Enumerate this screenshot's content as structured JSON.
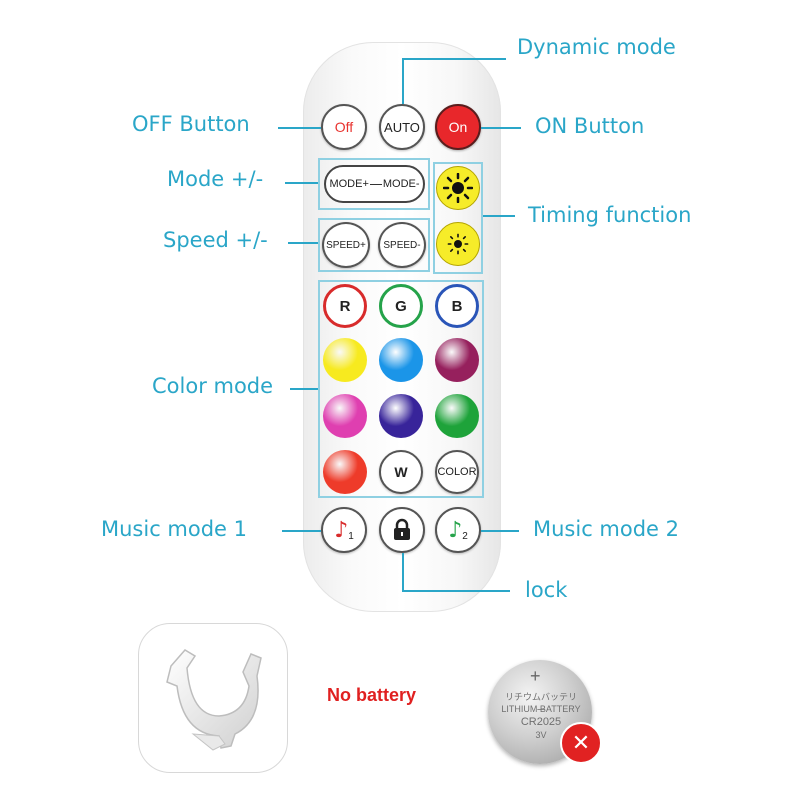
{
  "callouts": {
    "dynamic_mode": "Dynamic mode",
    "off_button": "OFF Button",
    "on_button": "ON Button",
    "mode_pm": "Mode +/-",
    "timing_function": "Timing function",
    "speed_pm": "Speed +/-",
    "color_mode": "Color mode",
    "music_mode_1": "Music mode 1",
    "music_mode_2": "Music mode 2",
    "lock": "lock"
  },
  "buttons": {
    "off": "Off",
    "auto": "AUTO",
    "on": "On",
    "mode_plus": "MODE+",
    "mode_minus": "MODE-",
    "speed_plus": "SPEED+",
    "speed_minus": "SPEED-",
    "r": "R",
    "g": "G",
    "b": "B",
    "w": "W",
    "color": "COLOR",
    "music1_sub": "1",
    "music2_sub": "2"
  },
  "color_buttons": [
    "#f7ea1f",
    "#1b95e8",
    "#96205d",
    "#df3fb0",
    "#38249a",
    "#1ea33a",
    "#ee3b2a"
  ],
  "accent_color": "#2aa6c8",
  "no_battery": "No battery",
  "battery_text": {
    "line1": "リチウムバッテリー",
    "line2": "LITHIUM BATTERY",
    "line3": "CR2025",
    "line4": "3V"
  }
}
